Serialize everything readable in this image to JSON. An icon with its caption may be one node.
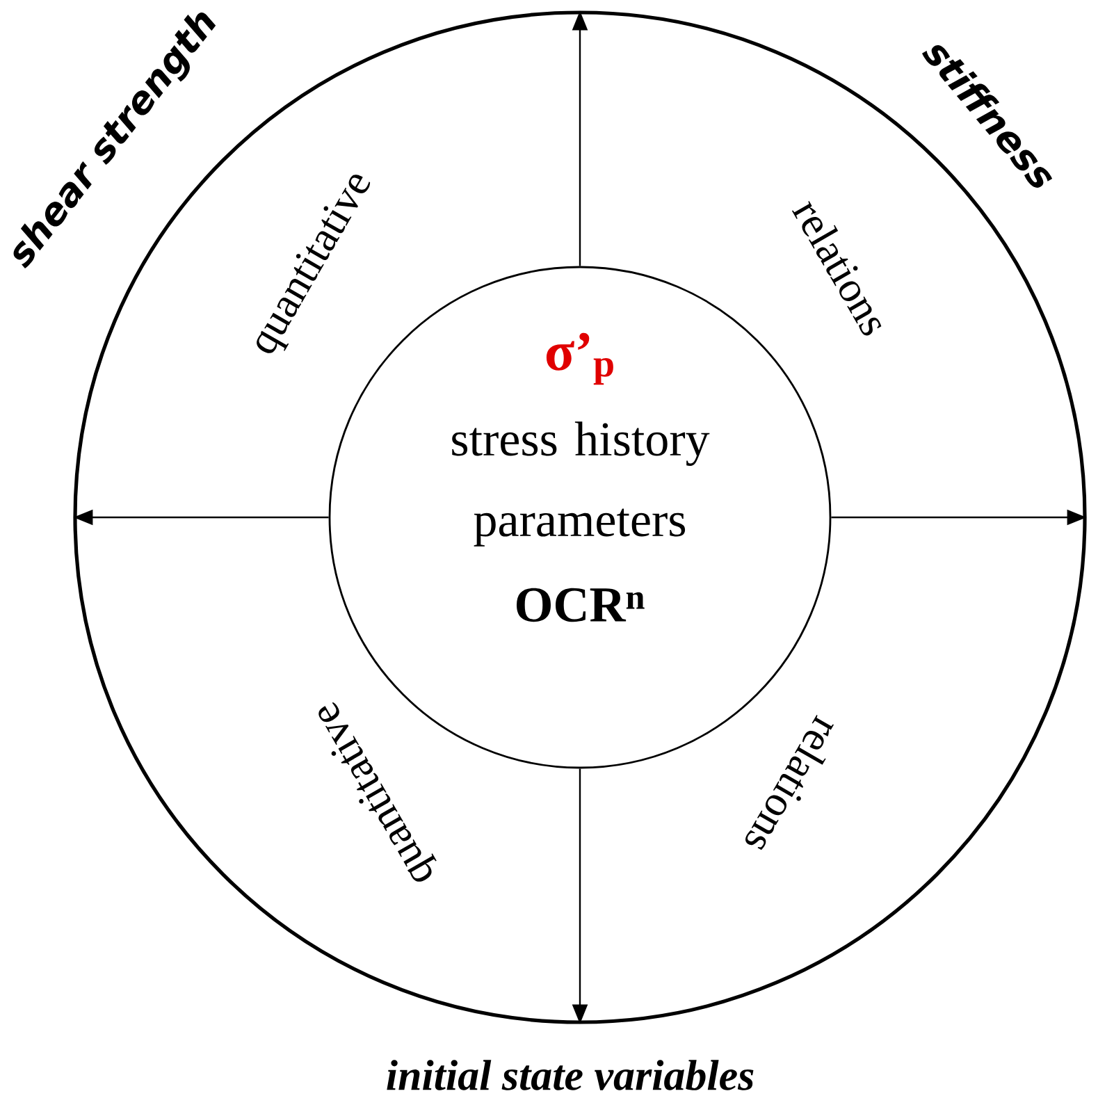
{
  "diagram": {
    "nodes": [
      {
        "text": [
          "shear strength",
          "stiffness",
          "initial state variables"
        ]
      },
      {
        "text": [
          "σ’$_{p}$",
          "stress history parameters",
          "OCR$^{n}$"
        ],
        "in": 0
      }
    ],
    "edges": [
      {
        "from": 1,
        "to": 0,
        "arrow": "to"
      },
      {
        "from": 1,
        "to": 0,
        "arrow": "to"
      },
      {
        "from": 1,
        "to": 0,
        "arrow": "to"
      },
      {
        "from": 1,
        "to": 0,
        "arrow": "to"
      }
    ],
    "labels": [
      "quantitative",
      "relations",
      "quantitative",
      "relations"
    ]
  }
}
